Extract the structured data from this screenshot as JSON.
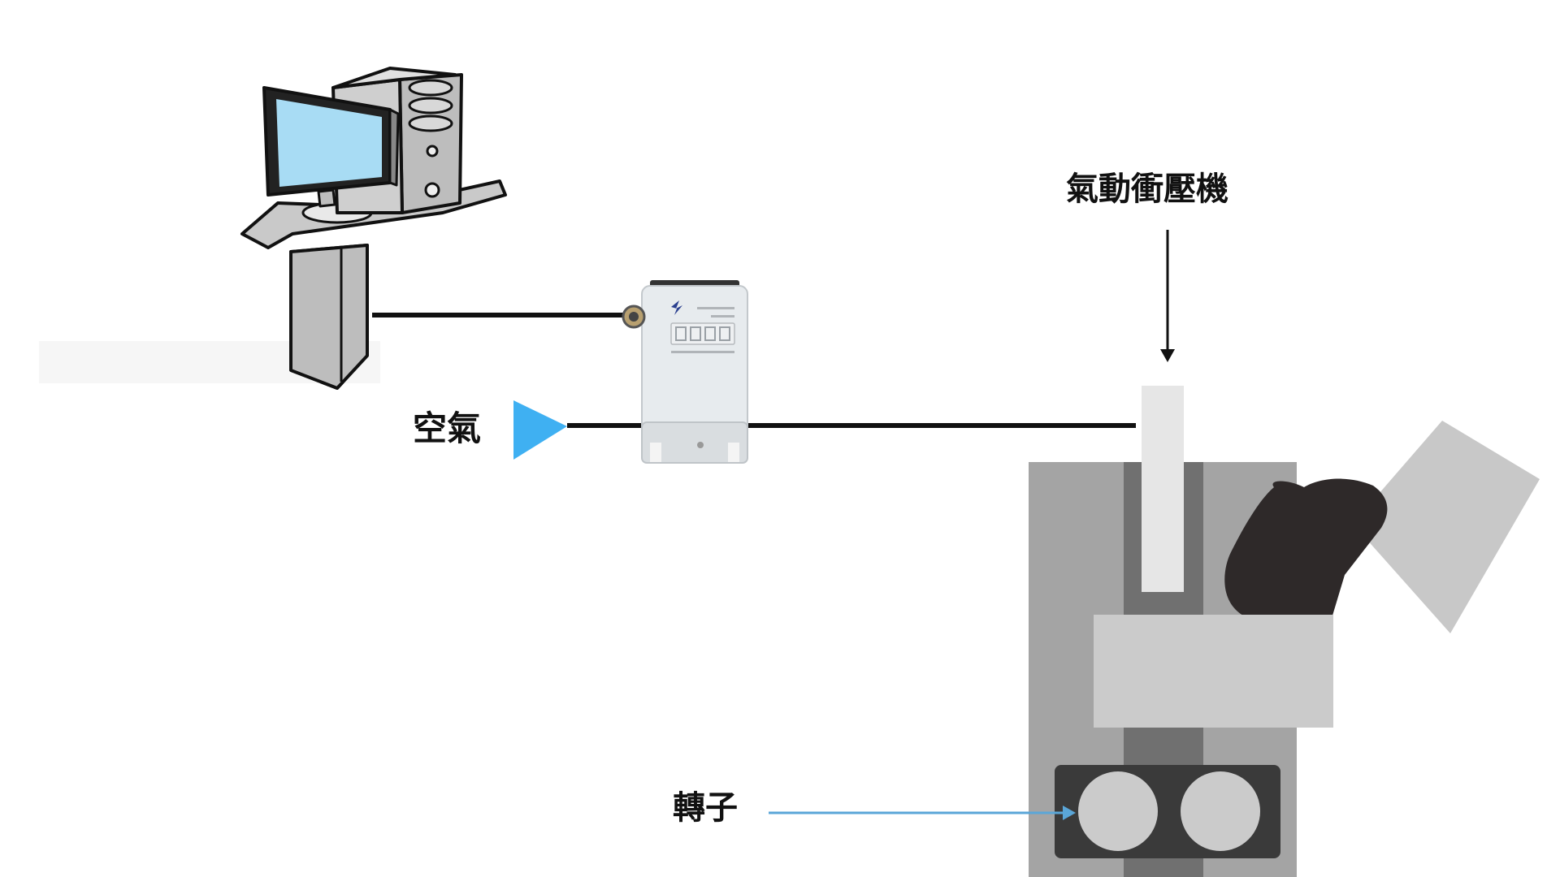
{
  "labels": {
    "air": "空氣",
    "press": "氣動衝壓機",
    "rotor": "轉子"
  },
  "icons": {
    "computer": "desktop-computer-icon",
    "valve": "proportional-valve-icon",
    "air_inlet": "triangle-arrow-icon",
    "press": "pneumatic-press-icon"
  },
  "colors": {
    "air_arrow": "#3fb0f2",
    "rotor_arrow": "#5aa6d8",
    "line": "#111111",
    "screen": "#a8dcf4"
  }
}
